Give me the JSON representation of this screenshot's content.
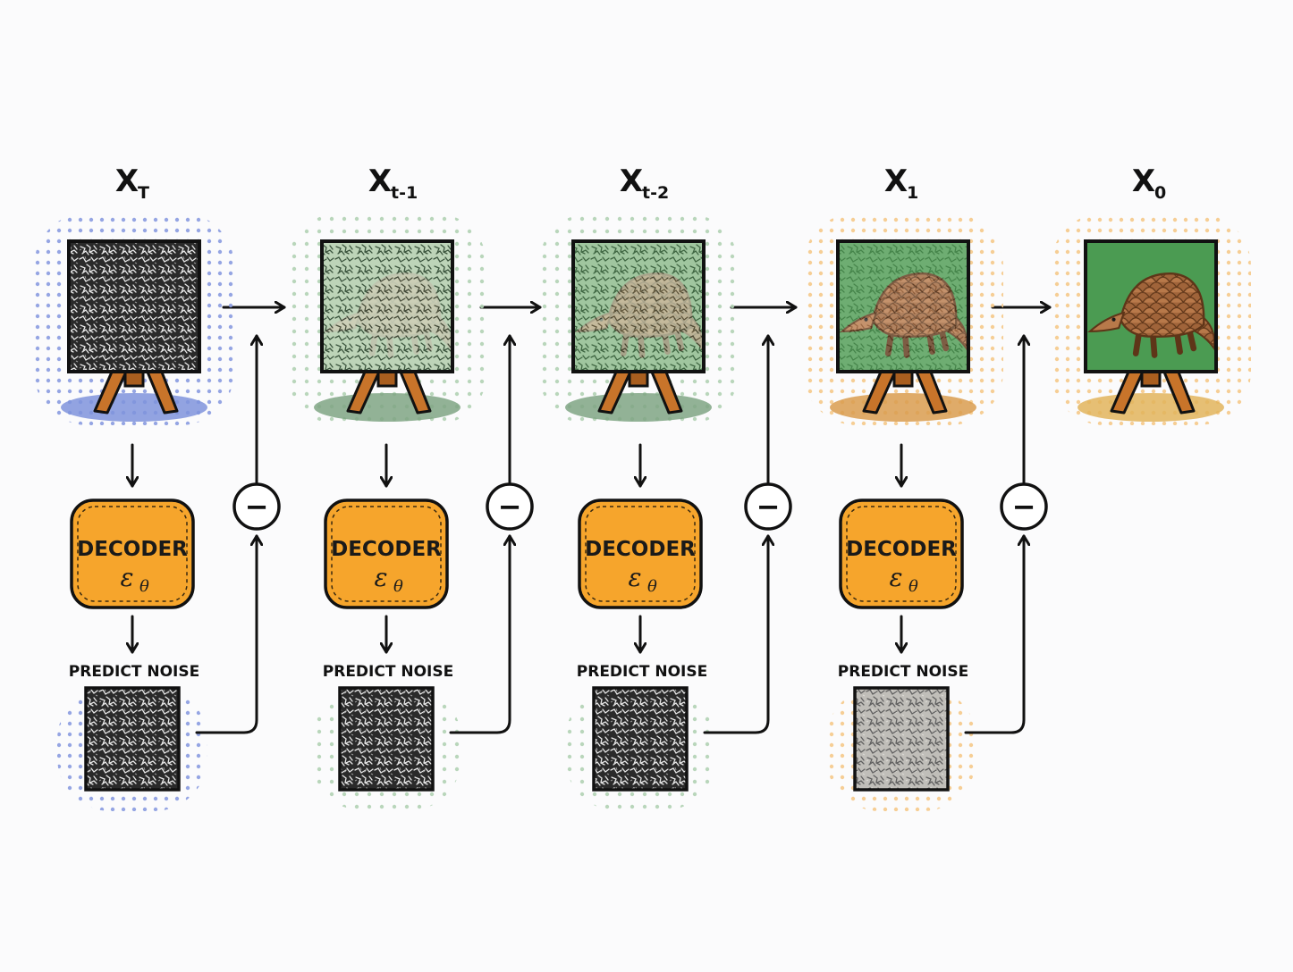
{
  "states": [
    {
      "main": "X",
      "sub": "T",
      "tone": "blue",
      "noise": 1.0,
      "animal": 0
    },
    {
      "main": "X",
      "sub": "t-1",
      "tone": "green",
      "noise": 0.8,
      "animal": 0.3
    },
    {
      "main": "X",
      "sub": "t-2",
      "tone": "green",
      "noise": 0.6,
      "animal": 0.55
    },
    {
      "main": "X",
      "sub": "1",
      "tone": "orange",
      "noise": 0.25,
      "animal": 0.9
    },
    {
      "main": "X",
      "sub": "0",
      "tone": "orange",
      "noise": 0,
      "animal": 1
    }
  ],
  "steps": [
    {
      "decoder_title": "DECODER",
      "decoder_symbol": "ε",
      "decoder_subscript": "θ",
      "predict_label": "PREDICT NOISE",
      "operator": "−",
      "tone": "blue"
    },
    {
      "decoder_title": "DECODER",
      "decoder_symbol": "ε",
      "decoder_subscript": "θ",
      "predict_label": "PREDICT NOISE",
      "operator": "−",
      "tone": "green"
    },
    {
      "decoder_title": "DECODER",
      "decoder_symbol": "ε",
      "decoder_subscript": "θ",
      "predict_label": "PREDICT NOISE",
      "operator": "−",
      "tone": "green"
    },
    {
      "decoder_title": "DECODER",
      "decoder_symbol": "ε",
      "decoder_subscript": "θ",
      "predict_label": "PREDICT NOISE",
      "operator": "−",
      "tone": "orange"
    }
  ],
  "colors": {
    "blue": "#7f93dc",
    "green": "#a8ccab",
    "orange": "#f4c078",
    "decoder_fill": "#f6a52c",
    "canvas_green": "#4b9b52",
    "easel_wood": "#c8742a",
    "pangolin": "#a56a3c"
  },
  "icons": [
    "easel-icon",
    "pangolin-icon",
    "noise-square-icon",
    "minus-circle-icon",
    "arrow-icon"
  ]
}
